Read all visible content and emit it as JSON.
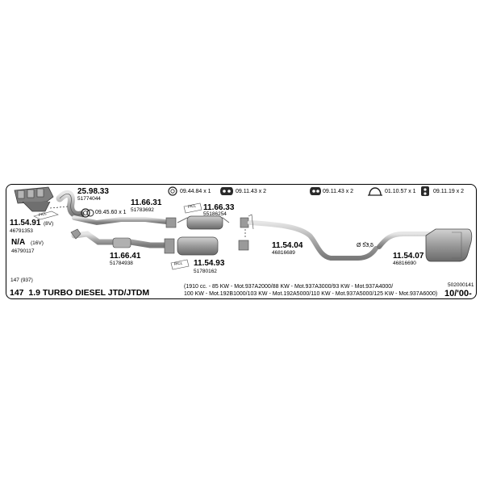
{
  "parts": {
    "manifold": {
      "code": "11.54.91",
      "variant": "(8V)",
      "number": "46791353"
    },
    "manifold_16v": {
      "code": "N/A",
      "variant": "(16V)",
      "number": "46790117"
    },
    "turbo_pipe": {
      "code": "25.98.33",
      "number": "51774044"
    },
    "front_pipe": {
      "code": "11.66.31",
      "number": "51783692"
    },
    "front_pipe_16v": {
      "code": "11.66.41",
      "number": "51784938"
    },
    "catalyst": {
      "code": "11.66.33",
      "number": "55186254"
    },
    "catalyst_16v": {
      "code": "11.54.93",
      "number": "51780162"
    },
    "middle_pipe": {
      "code": "11.54.04",
      "number": "46816689"
    },
    "rear_muffler": {
      "code": "11.54.07",
      "number": "46816690"
    }
  },
  "tags": {
    "manifold": "PICL",
    "catalyst": "PICL",
    "catalyst_16v": "RICL"
  },
  "fittings": {
    "gasket_small": {
      "code": "09.45.60",
      "qty": "x 1"
    },
    "clamp_1": {
      "code": "09.44.84",
      "qty": "x 1"
    },
    "rubber_1": {
      "code": "09.11.43",
      "qty": "x 2"
    },
    "rubber_2": {
      "code": "09.11.43",
      "qty": "x 2"
    },
    "clamp_2": {
      "code": "01.10.57",
      "qty": "x 1"
    },
    "rubber_3": {
      "code": "09.11.19",
      "qty": "x 2"
    }
  },
  "diameter_label": "Ø 53,5",
  "model_code": "147 (937)",
  "diagram_id": "502000141",
  "title": {
    "model": "147",
    "engine": "1.9 TURBO DIESEL JTD/JTDM"
  },
  "info_line1": "(1910 cc. - 85 KW - Mot.937A2000/88 KW - Mot.937A3000/93 KW - Mot.937A4000/",
  "info_line2": "100 KW - Mot.192B1000/103 KW - Mot.192A5000/110 KW - Mot.937A5000/125 KW - Mot.937A6000)",
  "date": "10/'00-",
  "colors": {
    "pipe_fill": "#c8c8c8",
    "pipe_stroke": "#6e6e6e",
    "part_dark": "#8a8a8a",
    "line": "#000000"
  }
}
